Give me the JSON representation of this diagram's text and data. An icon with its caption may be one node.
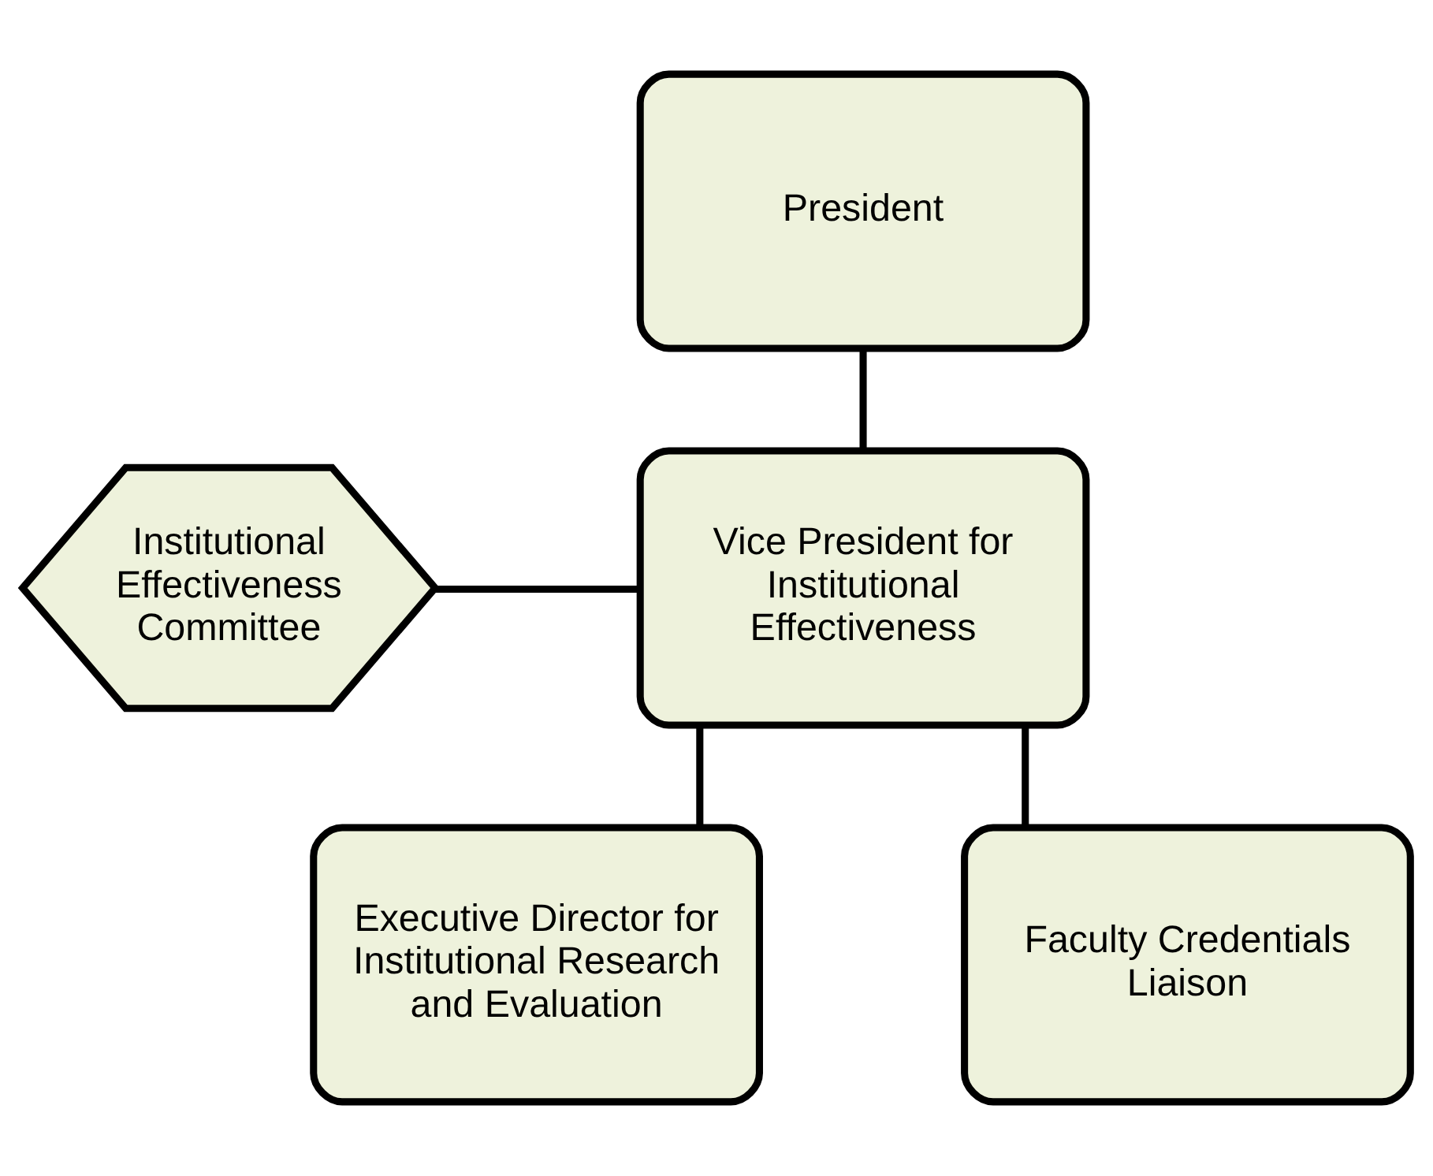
{
  "diagram": {
    "nodes": [
      {
        "text": [
          "President"
        ]
      },
      {
        "text": [
          "Institutional Effectiveness Committee"
        ]
      },
      {
        "text": [
          "Vice President for Institutional Effectiveness"
        ]
      },
      {
        "text": [
          "Executive Director for Institutional Research and Evaluation"
        ]
      },
      {
        "text": [
          "Faculty Credentials Liaison"
        ]
      }
    ],
    "edges": [
      {
        "from": 0,
        "to": 2,
        "arrow": "none"
      },
      {
        "from": 1,
        "to": 2,
        "arrow": "none"
      },
      {
        "from": 2,
        "to": 3,
        "arrow": "none"
      },
      {
        "from": 2,
        "to": 4,
        "arrow": "none"
      }
    ]
  }
}
